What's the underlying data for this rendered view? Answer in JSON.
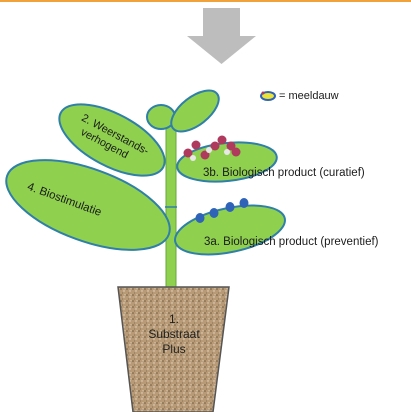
{
  "legend": {
    "icon": "mildew-icon",
    "text": "= meeldauw"
  },
  "labels": {
    "resistance": [
      "2. Weerstands-",
      "verhogend"
    ],
    "curative": "3b. Biologisch product (curatief)",
    "biostimulation": "4. Biostimulatie",
    "preventive": "3a. Biologisch product (preventief)",
    "substrate": [
      "1.",
      "Substraat",
      "Plus"
    ]
  },
  "colors": {
    "top_line": "#f2a23a",
    "arrow": "#bdbdbd",
    "leaf_fill": "#8fd14f",
    "leaf_stroke": "#2f7fa8",
    "stem": "#8fd14f",
    "pot": "#b89b76",
    "spore_curative": "#b03a5e",
    "spore_preventive": "#2e63b8",
    "mildew_fill": "#e8e23a",
    "mildew_stroke": "#2e63b8"
  }
}
